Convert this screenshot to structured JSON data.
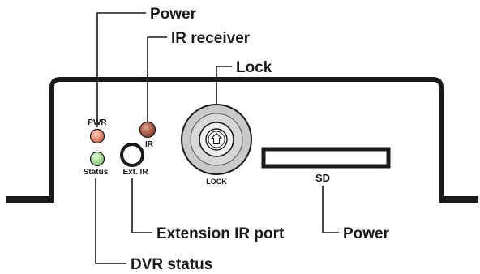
{
  "callouts": {
    "power_top": "Power",
    "ir_receiver": "IR receiver",
    "lock": "Lock",
    "extension_ir_port": "Extension IR port",
    "power_bottom": "Power",
    "dvr_status": "DVR status"
  },
  "panel_labels": {
    "pwr": "PWR",
    "status": "Status",
    "ir": "IR",
    "ext_ir": "Ext. IR",
    "lock": "LOCK",
    "sd": "SD"
  },
  "colors": {
    "outline": "#1a1a1a",
    "pwr_led": "#e98a6c",
    "status_led": "#a9dc98",
    "ir_led": "#b0654e",
    "lock_body": "#c9c9c9"
  }
}
